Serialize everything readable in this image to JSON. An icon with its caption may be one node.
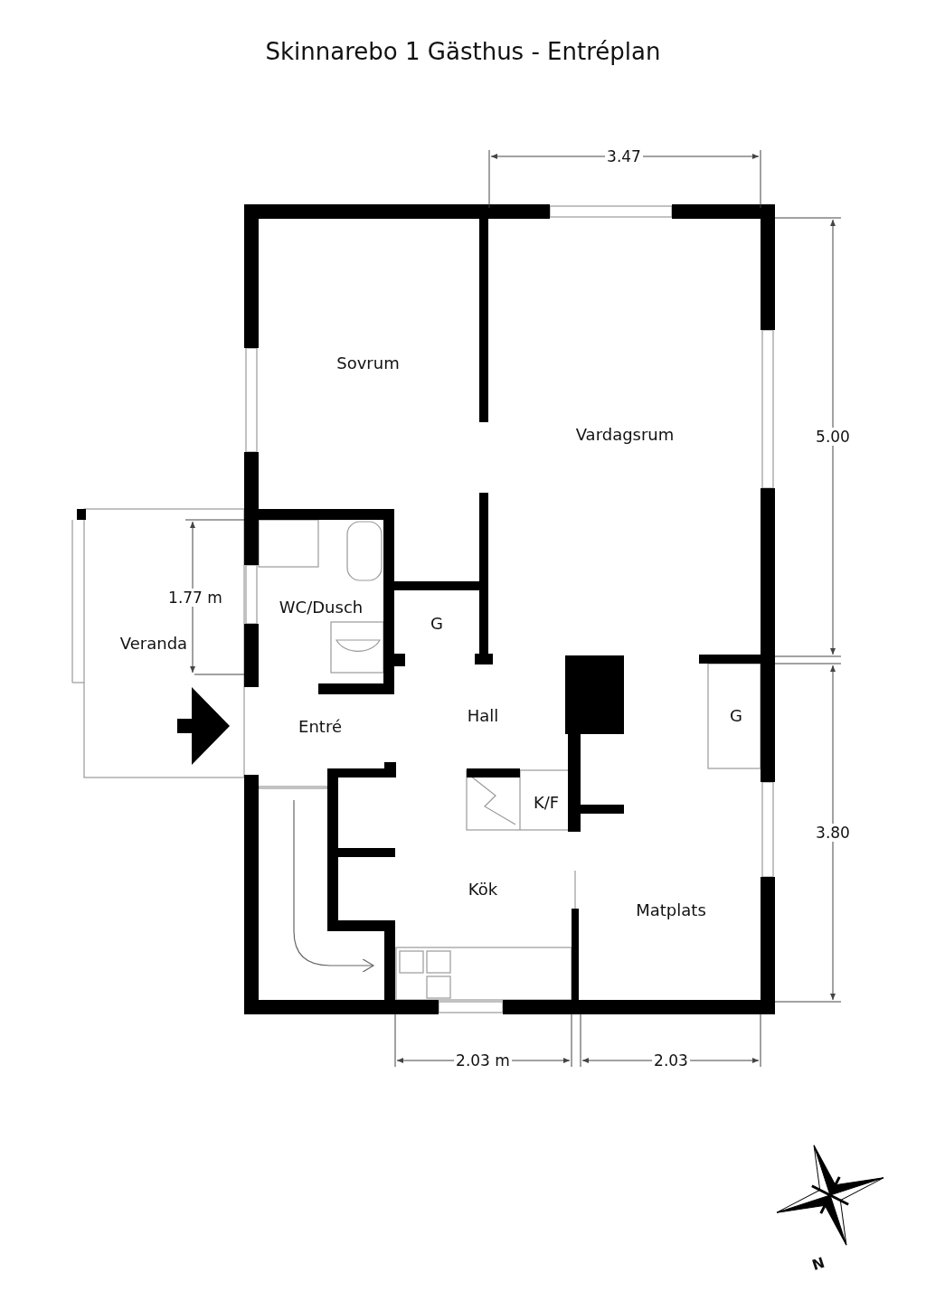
{
  "diagram": {
    "title": "Skinnarebo 1 Gästhus - Entréplan",
    "labels": [
      "3.47",
      "Sovrum",
      "Vardagsrum",
      "5.00",
      "1.77 m",
      "WC/Dusch",
      "G",
      "Veranda",
      "Entré",
      "Hall",
      "G",
      "K/F",
      "3.80",
      "Kök",
      "Matplats",
      "2.03 m",
      "2.03",
      "N"
    ]
  }
}
